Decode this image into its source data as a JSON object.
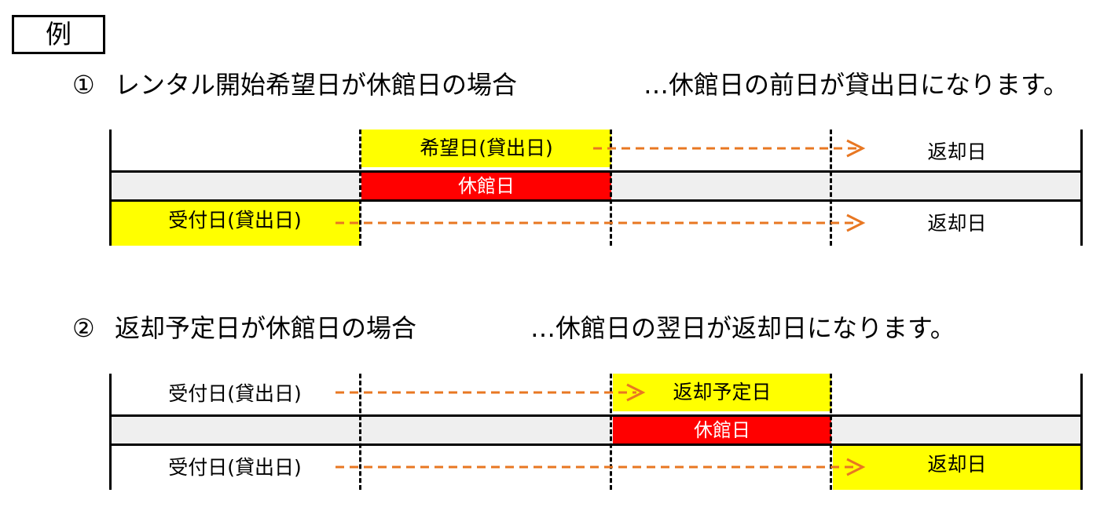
{
  "example_label": "例",
  "section1": {
    "number": "①",
    "title": "レンタル開始希望日が休館日の場合",
    "note": "…休館日の前日が貸出日になります。",
    "row1": {
      "start_label": "希望日(貸出日)",
      "end_label": "返却日"
    },
    "closed_label": "休館日",
    "row3": {
      "start_label": "受付日(貸出日)",
      "end_label": "返却日"
    }
  },
  "section2": {
    "number": "②",
    "title": "返却予定日が休館日の場合",
    "note": "…休館日の翌日が返却日になります。",
    "row1": {
      "start_label": "受付日(貸出日)",
      "end_label": "返却予定日"
    },
    "closed_label": "休館日",
    "row3": {
      "start_label": "受付日(貸出日)",
      "end_label": "返却日"
    }
  },
  "colors": {
    "highlight": "#ffff00",
    "closed": "#ff0000",
    "arrow": "#e87722",
    "band": "#efefef"
  }
}
